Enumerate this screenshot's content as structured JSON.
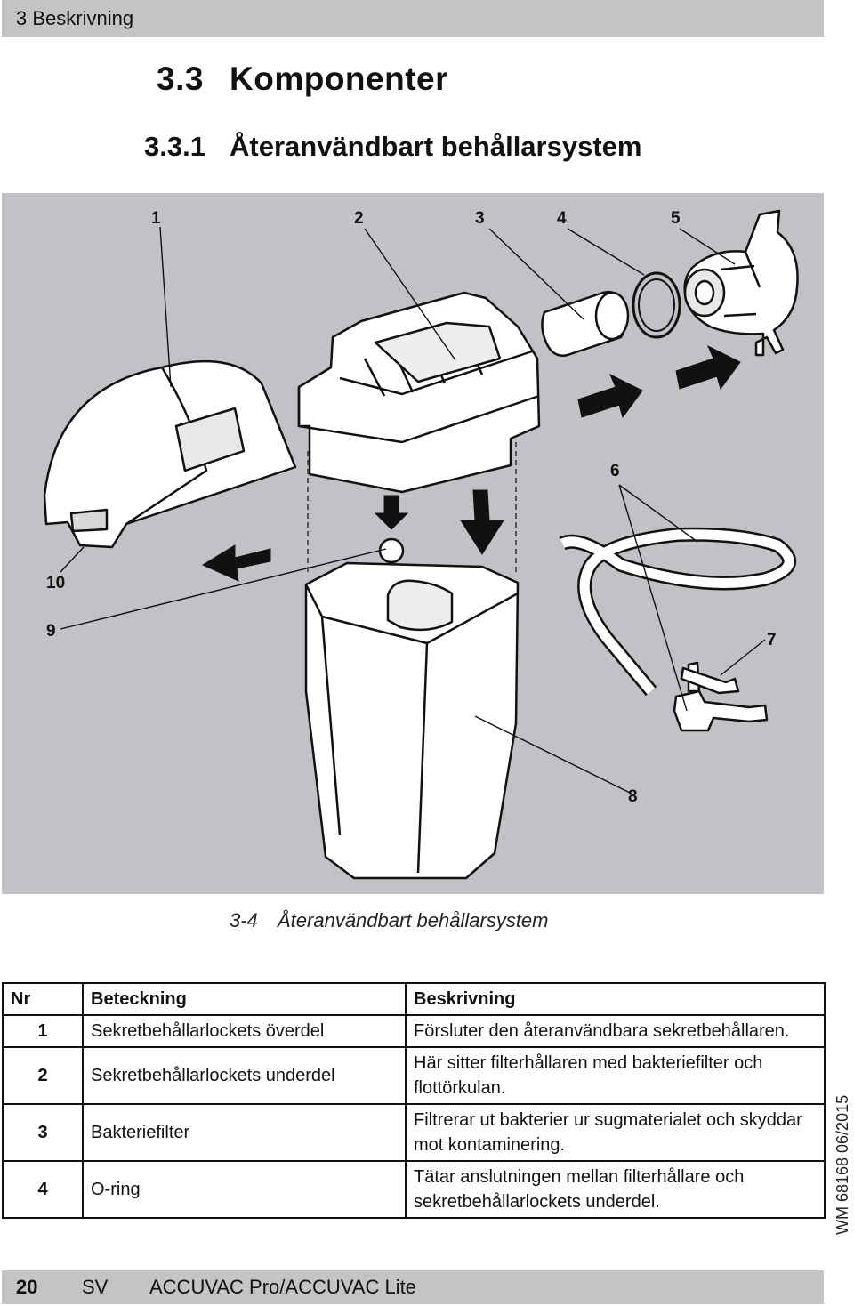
{
  "header": {
    "section": "3 Beskrivning"
  },
  "headings": {
    "h2_number": "3.3",
    "h2_title": "Komponenter",
    "h3_number": "3.3.1",
    "h3_title": "Återanvändbart behållarsystem"
  },
  "figure": {
    "callouts": [
      "1",
      "2",
      "3",
      "4",
      "5",
      "6",
      "7",
      "8",
      "9",
      "10"
    ],
    "caption_number": "3-4",
    "caption_text": "Återanvändbart behållarsystem"
  },
  "table": {
    "headers": [
      "Nr",
      "Beteckning",
      "Beskrivning"
    ],
    "rows": [
      {
        "nr": "1",
        "name": "Sekretbehållarlockets överdel",
        "desc": "Försluter den återanvändbara sekretbehållaren."
      },
      {
        "nr": "2",
        "name": "Sekretbehållarlockets underdel",
        "desc": "Här sitter filterhållaren med bakteriefilter och flottörkulan."
      },
      {
        "nr": "3",
        "name": "Bakteriefilter",
        "desc": "Filtrerar ut bakterier ur sugmaterialet och skyddar mot kontaminering."
      },
      {
        "nr": "4",
        "name": "O-ring",
        "desc": "Tätar anslutningen mellan filterhållare och sekretbehållarlockets underdel."
      }
    ]
  },
  "side": {
    "doc_id": "WM 68168 06/2015"
  },
  "footer": {
    "page": "20",
    "lang": "SV",
    "product": "ACCUVAC Pro/ACCUVAC Lite"
  }
}
